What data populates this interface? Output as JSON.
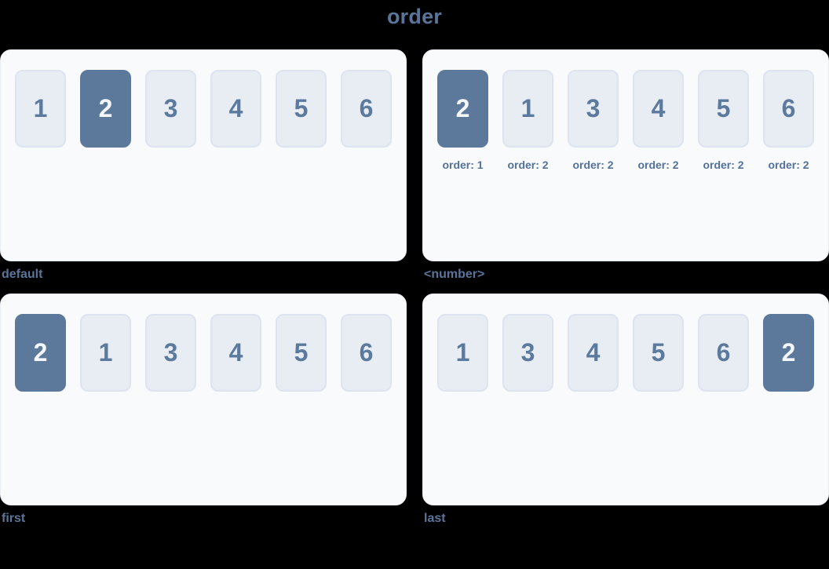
{
  "title": "order",
  "colors": {
    "page_bg": "#000000",
    "accent": "#5a7599",
    "panel_bg": "#f8fafc",
    "panel_border": "#e9edf4",
    "box_bg": "#e8edf4",
    "box_border": "#dde4ef",
    "box_text": "#5c7a9e",
    "highlight_bg": "#5c799c",
    "highlight_text": "#f3f6fa",
    "sublabel_text": "#54719a"
  },
  "panels": [
    {
      "caption": "default",
      "items": [
        {
          "label": "1",
          "highlight": false
        },
        {
          "label": "2",
          "highlight": true
        },
        {
          "label": "3",
          "highlight": false
        },
        {
          "label": "4",
          "highlight": false
        },
        {
          "label": "5",
          "highlight": false
        },
        {
          "label": "6",
          "highlight": false
        }
      ]
    },
    {
      "caption": "<number>",
      "items": [
        {
          "label": "2",
          "highlight": true,
          "sublabel": "order: 1"
        },
        {
          "label": "1",
          "highlight": false,
          "sublabel": "order: 2"
        },
        {
          "label": "3",
          "highlight": false,
          "sublabel": "order: 2"
        },
        {
          "label": "4",
          "highlight": false,
          "sublabel": "order: 2"
        },
        {
          "label": "5",
          "highlight": false,
          "sublabel": "order: 2"
        },
        {
          "label": "6",
          "highlight": false,
          "sublabel": "order: 2"
        }
      ]
    },
    {
      "caption": "first",
      "items": [
        {
          "label": "2",
          "highlight": true
        },
        {
          "label": "1",
          "highlight": false
        },
        {
          "label": "3",
          "highlight": false
        },
        {
          "label": "4",
          "highlight": false
        },
        {
          "label": "5",
          "highlight": false
        },
        {
          "label": "6",
          "highlight": false
        }
      ]
    },
    {
      "caption": "last",
      "items": [
        {
          "label": "1",
          "highlight": false
        },
        {
          "label": "3",
          "highlight": false
        },
        {
          "label": "4",
          "highlight": false
        },
        {
          "label": "5",
          "highlight": false
        },
        {
          "label": "6",
          "highlight": false
        },
        {
          "label": "2",
          "highlight": true
        }
      ]
    }
  ]
}
